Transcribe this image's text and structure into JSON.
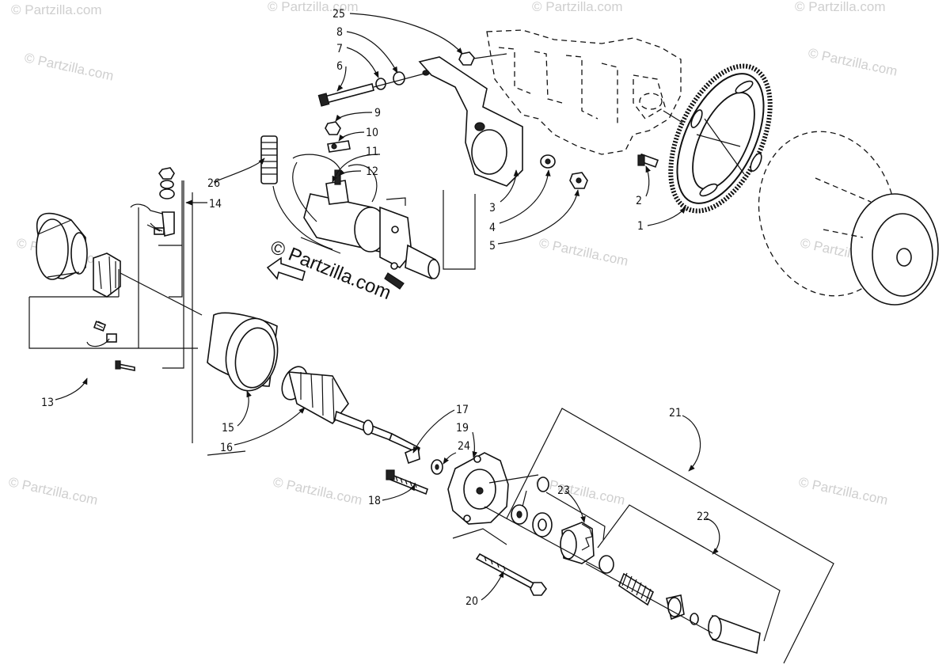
{
  "watermarks": {
    "small": "© Partzilla.com",
    "main": "© Partzilla.com"
  },
  "callouts": [
    "1",
    "2",
    "3",
    "4",
    "5",
    "6",
    "7",
    "8",
    "9",
    "10",
    "11",
    "12",
    "13",
    "14",
    "15",
    "16",
    "17",
    "18",
    "19",
    "20",
    "21",
    "22",
    "23",
    "24",
    "25",
    "26"
  ]
}
